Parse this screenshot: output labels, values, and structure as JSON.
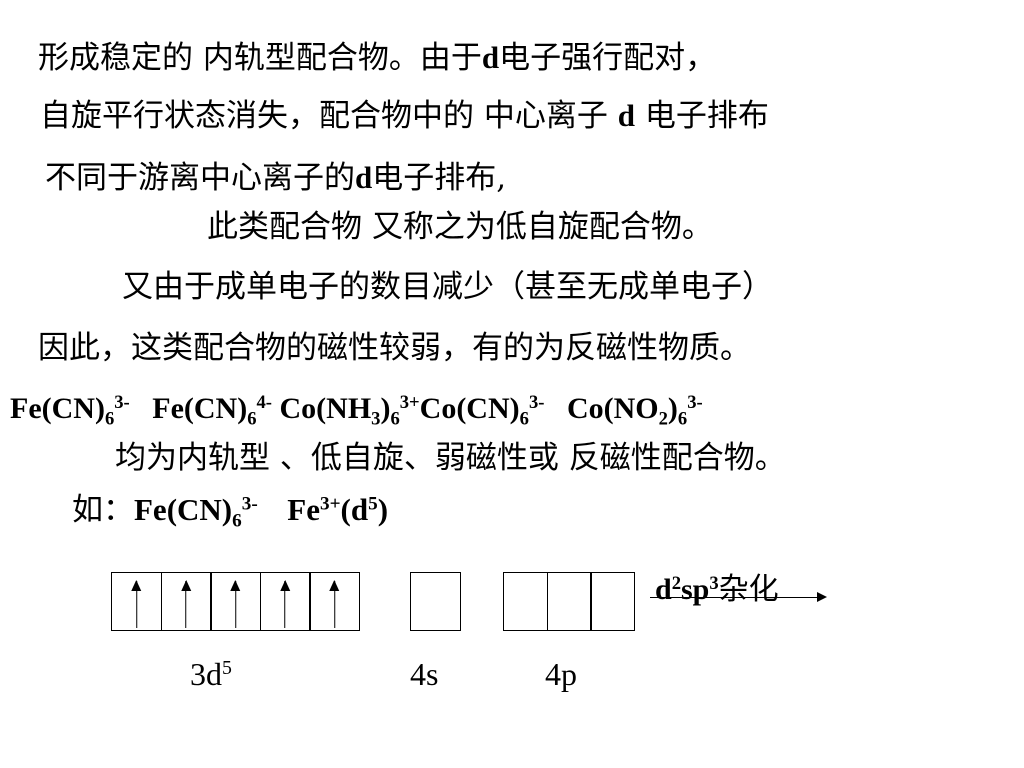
{
  "text_lines": [
    {
      "parts": [
        "形成稳定的 内轨型配合物。由于",
        "d",
        "电子强行配对，"
      ]
    },
    {
      "parts": [
        "自旋平行状态消失，配合物中的 中心离子 ",
        "d",
        " 电子排布"
      ]
    },
    {
      "parts": [
        "不同于游离中心离子的",
        "d",
        "电子排布,"
      ]
    },
    {
      "parts": [
        "此类配合物 又称之为低自旋配合物。"
      ]
    },
    {
      "parts": [
        "又由于成单电子的数目减少（甚至无成单电子）"
      ]
    },
    {
      "parts": [
        "因此，这类配合物的磁性较弱，有的为反磁性物质。"
      ]
    }
  ],
  "formulas": {
    "f1": {
      "base": "Fe(CN)",
      "sub": "6",
      "sup": "3-"
    },
    "f2": {
      "base": "Fe(CN)",
      "sub": "6",
      "sup": "4-"
    },
    "f3": {
      "base1": "Co(NH",
      "sub1": "3",
      "base2": ")",
      "sub2": "6",
      "sup": "3+"
    },
    "f4": {
      "base": "Co(CN)",
      "sub": "6",
      "sup": "3-"
    },
    "f5": {
      "base1": "Co(NO",
      "sub1": "2",
      "base2": ")",
      "sub2": "6",
      "sup": "3-"
    }
  },
  "summary_line": "均为内轨型 、低自旋、弱磁性或 反磁性配合物。",
  "example": {
    "prefix": "如：",
    "f_base": "Fe(CN)",
    "f_sub": "6",
    "f_sup": "3-",
    "ion_base": "Fe",
    "ion_sup": "3+",
    "ion_paren_open": "(d",
    "ion_exp": "5",
    "ion_paren_close": ")"
  },
  "hybridization": {
    "d": "d",
    "d_exp": "2",
    "sp": "sp",
    "sp_exp": "3",
    "text": "杂化"
  },
  "orbitals": {
    "d_label_base": "3d",
    "d_label_exp": "5",
    "s_label": "4s",
    "p_label": "4p"
  }
}
